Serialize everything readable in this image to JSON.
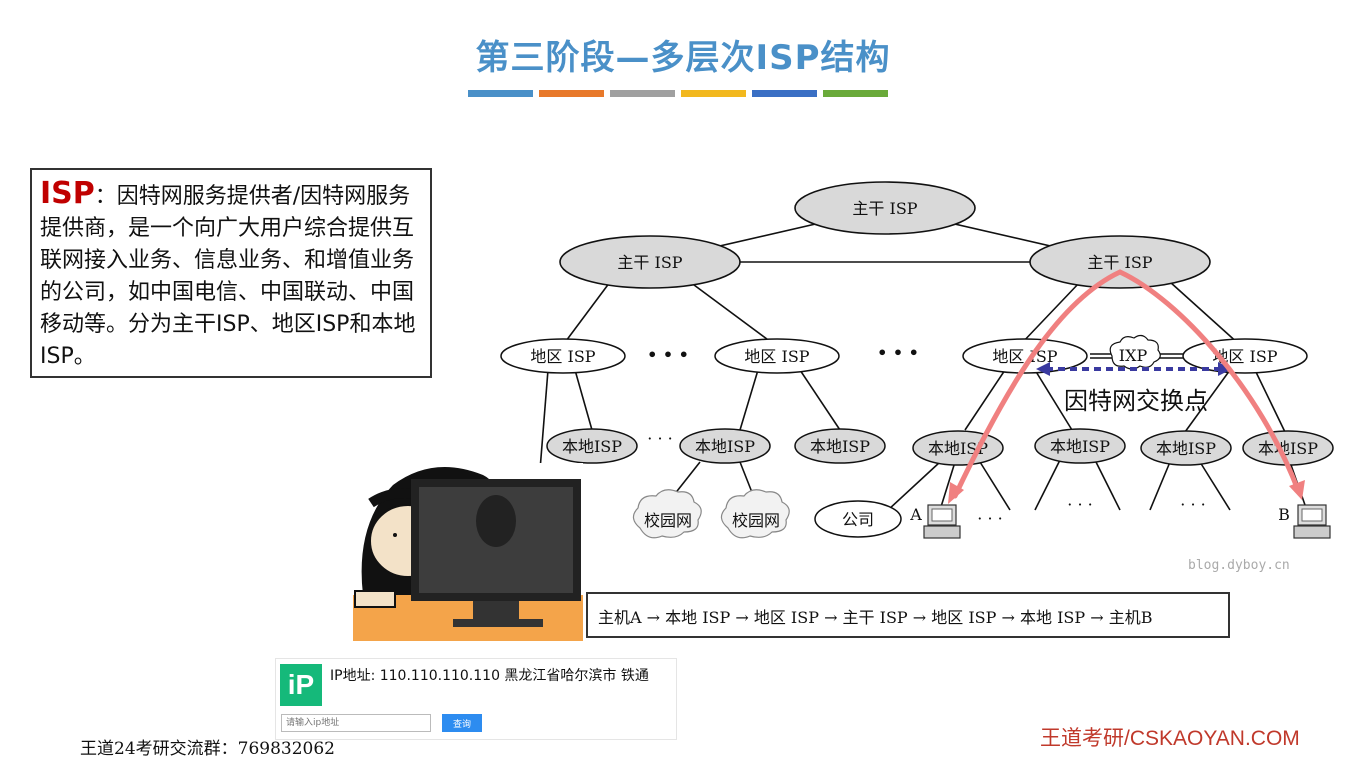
{
  "slide": {
    "title": "第三阶段—多层次ISP结构",
    "title_bar_colors": [
      "#4a90c8",
      "#e8792a",
      "#a0a0a0",
      "#f2b81e",
      "#3a6fc4",
      "#6aaa3a"
    ]
  },
  "definition": {
    "term": "ISP",
    "body": "：因特网服务提供者/因特网服务提供商，是一个向广大用户综合提供互联网接入业务、信息业务、和增值业务的公司，如中国电信、中国联动、中国移动等。分为主干ISP、地区ISP和本地ISP。"
  },
  "diagram": {
    "backbone_isp": [
      "主干 ISP",
      "主干 ISP",
      "主干 ISP"
    ],
    "regional_isp": [
      "地区 ISP",
      "地区 ISP",
      "地区 ISP",
      "地区 ISP"
    ],
    "local_isp": [
      "本地ISP",
      "本地ISP",
      "本地ISP",
      "本地ISP",
      "本地ISP",
      "本地ISP",
      "本地ISP"
    ],
    "campus_net": [
      "校园网",
      "校园网"
    ],
    "company": "公司",
    "ixp": "IXP",
    "ixp_caption": "因特网交换点",
    "host_a": "A",
    "host_b": "B",
    "ellipsis": "• • •",
    "ellipsis_small": "· · ·",
    "watermark": "blog.dyboy.cn",
    "path": "主机A → 本地 ISP → 地区 ISP → 主干 ISP → 地区 ISP → 本地 ISP → 主机B",
    "colors": {
      "route": "#f08080",
      "ixp_link": "#3a3aa0"
    }
  },
  "ip_widget": {
    "logo": "iP",
    "info": "IP地址: 110.110.110.110  黑龙江省哈尔滨市 铁通",
    "input_placeholder": "请输入ip地址",
    "button": "查询"
  },
  "footer": {
    "group": "王道24考研交流群：769832062",
    "brand": "王道考研/CSKAOYAN.COM"
  }
}
